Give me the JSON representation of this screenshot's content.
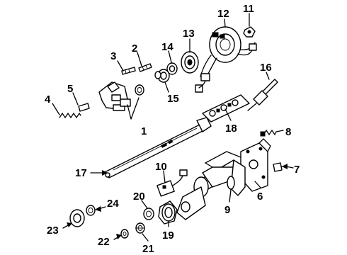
{
  "diagram": {
    "callouts": [
      {
        "id": "c1",
        "label": "1"
      },
      {
        "id": "c2",
        "label": "2"
      },
      {
        "id": "c3",
        "label": "3"
      },
      {
        "id": "c4",
        "label": "4"
      },
      {
        "id": "c5",
        "label": "5"
      },
      {
        "id": "c6",
        "label": "6"
      },
      {
        "id": "c7",
        "label": "7"
      },
      {
        "id": "c8",
        "label": "8"
      },
      {
        "id": "c9",
        "label": "9"
      },
      {
        "id": "c10",
        "label": "10"
      },
      {
        "id": "c11",
        "label": "11"
      },
      {
        "id": "c12",
        "label": "12"
      },
      {
        "id": "c13",
        "label": "13"
      },
      {
        "id": "c14",
        "label": "14"
      },
      {
        "id": "c15",
        "label": "15"
      },
      {
        "id": "c16",
        "label": "16"
      },
      {
        "id": "c17",
        "label": "17"
      },
      {
        "id": "c18",
        "label": "18"
      },
      {
        "id": "c19",
        "label": "19"
      },
      {
        "id": "c20",
        "label": "20"
      },
      {
        "id": "c21",
        "label": "21"
      },
      {
        "id": "c22",
        "label": "22"
      },
      {
        "id": "c23",
        "label": "23"
      },
      {
        "id": "c24",
        "label": "24"
      }
    ]
  }
}
